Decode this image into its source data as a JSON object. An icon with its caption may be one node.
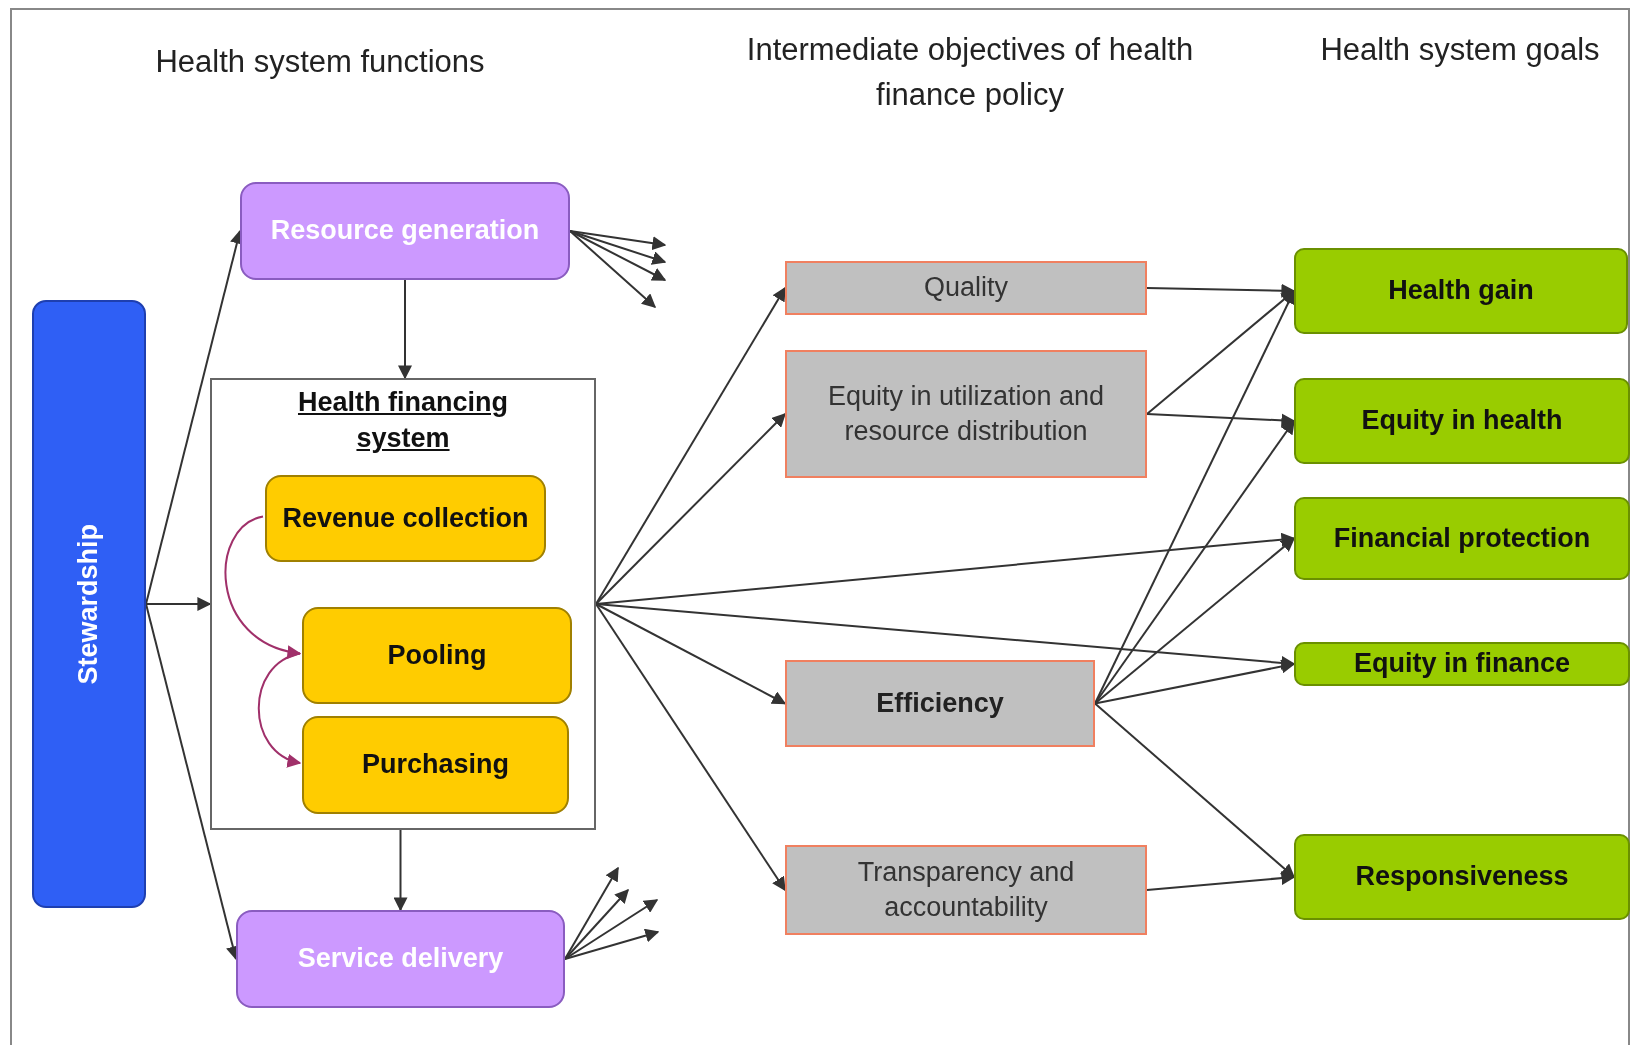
{
  "diagram": {
    "nodes": [
      {
        "text": [
          "Stewardship"
        ]
      },
      {
        "text": [
          "Resource generation"
        ]
      },
      {
        "text": [
          "Health financing system"
        ]
      },
      {
        "text": [
          "Revenue collection"
        ],
        "in": 2
      },
      {
        "text": [
          "Pooling"
        ],
        "in": 2
      },
      {
        "text": [
          "Purchasing"
        ],
        "in": 2
      },
      {
        "text": [
          "Service delivery"
        ]
      },
      {
        "text": [
          "Quality"
        ]
      },
      {
        "text": [
          "Equity in utilization and resource distribution"
        ]
      },
      {
        "text": [
          "Efficiency"
        ]
      },
      {
        "text": [
          "Transparency and accountability"
        ]
      },
      {
        "text": [
          "Health gain"
        ]
      },
      {
        "text": [
          "Equity in health"
        ]
      },
      {
        "text": [
          "Financial protection"
        ]
      },
      {
        "text": [
          "Equity in finance"
        ]
      },
      {
        "text": [
          "Responsiveness"
        ]
      }
    ],
    "edges": [
      {
        "from": 0,
        "to": 1,
        "arrow": "to"
      },
      {
        "from": 0,
        "to": 2,
        "arrow": "to"
      },
      {
        "from": 0,
        "to": 6,
        "arrow": "to"
      },
      {
        "from": 1,
        "to": 2,
        "arrow": "to"
      },
      {
        "from": 2,
        "to": 6,
        "arrow": "to"
      },
      {
        "from": 3,
        "to": 4,
        "arrow": "to",
        "color": "#a0306a"
      },
      {
        "from": 4,
        "to": 5,
        "arrow": "to",
        "color": "#a0306a"
      },
      {
        "from": 1,
        "to": null,
        "arrow": "to"
      },
      {
        "from": 1,
        "to": null,
        "arrow": "to"
      },
      {
        "from": 1,
        "to": null,
        "arrow": "to"
      },
      {
        "from": 1,
        "to": null,
        "arrow": "to"
      },
      {
        "from": 6,
        "to": null,
        "arrow": "to"
      },
      {
        "from": 6,
        "to": null,
        "arrow": "to"
      },
      {
        "from": 6,
        "to": null,
        "arrow": "to"
      },
      {
        "from": 6,
        "to": null,
        "arrow": "to"
      },
      {
        "from": 2,
        "to": 7,
        "arrow": "to"
      },
      {
        "from": 2,
        "to": 8,
        "arrow": "to"
      },
      {
        "from": 2,
        "to": 13,
        "arrow": "to"
      },
      {
        "from": 2,
        "to": 14,
        "arrow": "to"
      },
      {
        "from": 2,
        "to": 9,
        "arrow": "to"
      },
      {
        "from": 2,
        "to": 10,
        "arrow": "to"
      },
      {
        "from": 7,
        "to": 11,
        "arrow": "to"
      },
      {
        "from": 8,
        "to": 11,
        "arrow": "to"
      },
      {
        "from": 8,
        "to": 12,
        "arrow": "to"
      },
      {
        "from": 9,
        "to": 11,
        "arrow": "to"
      },
      {
        "from": 9,
        "to": 12,
        "arrow": "to"
      },
      {
        "from": 9,
        "to": 13,
        "arrow": "to"
      },
      {
        "from": 9,
        "to": 14,
        "arrow": "to"
      },
      {
        "from": 9,
        "to": 15,
        "arrow": "to"
      },
      {
        "from": 10,
        "to": 15,
        "arrow": "to"
      }
    ],
    "labels": [
      "Health system functions",
      "Intermediate objectives of health finance policy",
      "Health system goals"
    ]
  }
}
